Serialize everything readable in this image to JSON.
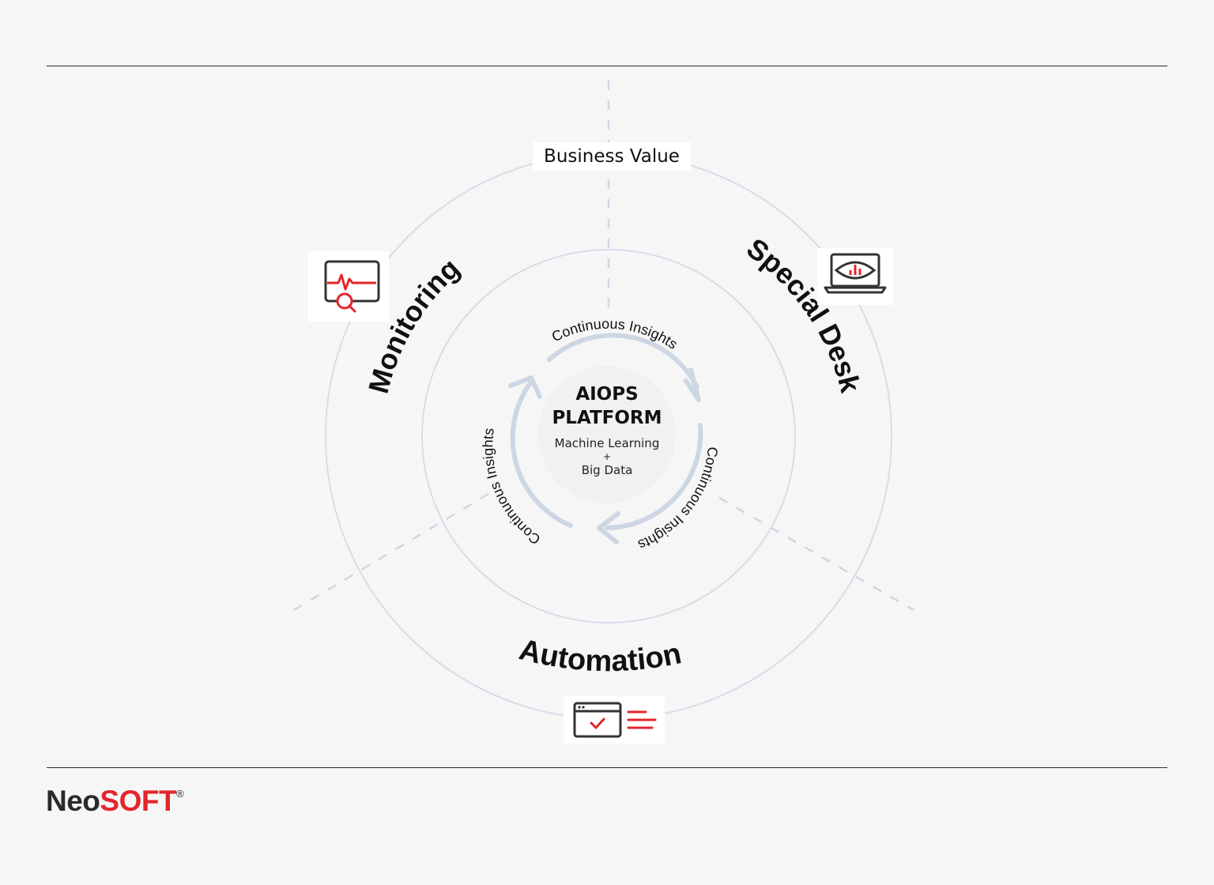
{
  "diagram": {
    "outer_label": "Business Value",
    "center": {
      "title_line1": "AIOPS",
      "title_line2": "PLATFORM",
      "sub_line1": "Machine Learning",
      "sub_line2": "+",
      "sub_line3": "Big Data"
    },
    "cycle_labels": [
      "Continuous Insights",
      "Continuous Insights",
      "Continuous Insights"
    ],
    "segments": {
      "monitoring": {
        "label": "Monitoring",
        "icon": "monitor-heartbeat-search-icon"
      },
      "special_desk": {
        "label": "Special Desk",
        "icon": "laptop-eye-chart-icon"
      },
      "automation": {
        "label": "Automation",
        "icon": "browser-checklist-icon"
      }
    },
    "colors": {
      "accent": "#e3262c",
      "ring": "#d6dde8",
      "dashed": "#cfd7e3",
      "arrow": "#cdd6e3",
      "text": "#111111"
    }
  },
  "brand": {
    "logo_part1": "Neo",
    "logo_part2": "SOFT",
    "logo_mark": "®"
  }
}
